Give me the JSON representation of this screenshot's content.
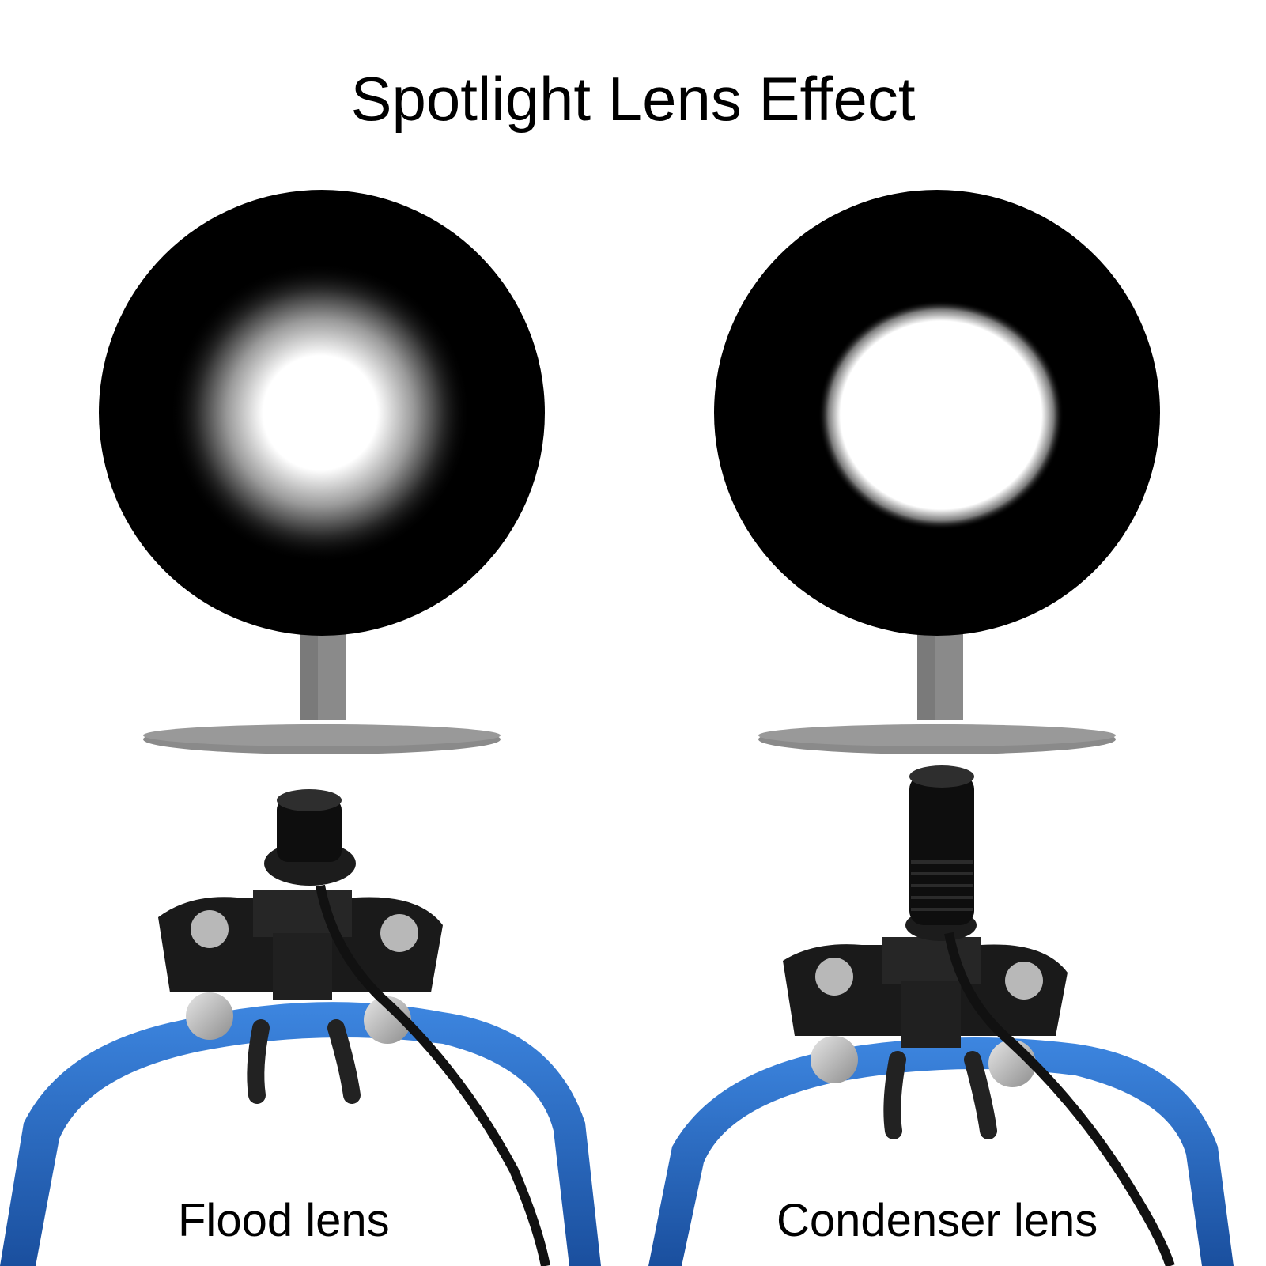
{
  "title": "Spotlight Lens Effect",
  "panels": [
    {
      "caption": "Flood lens",
      "spot": "soft"
    },
    {
      "caption": "Condenser lens",
      "spot": "sharp"
    }
  ],
  "colors": {
    "screen": "#000000",
    "stand": "#8a8a8a",
    "stand_dark": "#6f6f6f",
    "frame_blue": "#1f5fb8",
    "frame_blue_light": "#3d86e0",
    "headlight": "#111111"
  },
  "icons": [
    "flood-spot-screen",
    "condenser-spot-screen",
    "headlight-loupe-glasses"
  ]
}
